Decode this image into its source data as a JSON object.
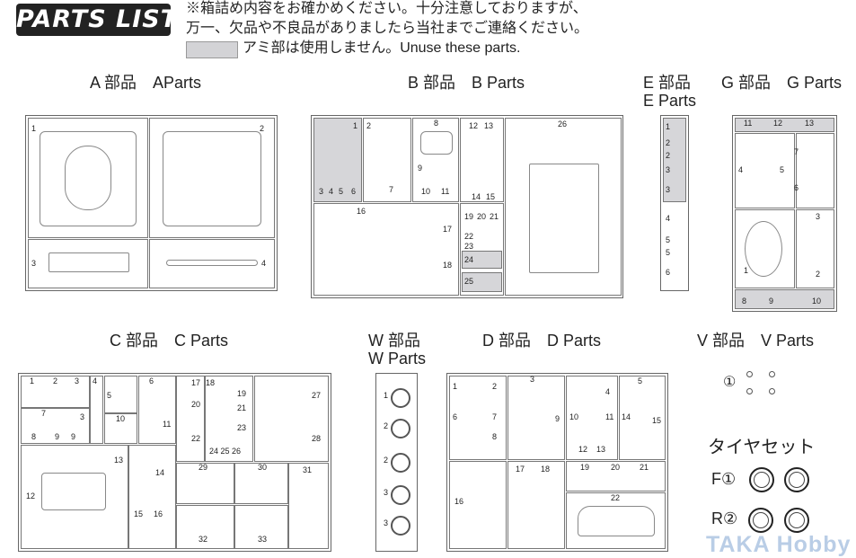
{
  "header": {
    "logo": "PARTS LIST",
    "note1": "※箱詰め内容をお確かめください。十分注意しておりますが、",
    "note2": "万一、欠品や不良品がありましたら当社までご連絡ください。",
    "unuse": "アミ部は使用しません。Unuse these parts."
  },
  "sections": {
    "a": "A 部品　AParts",
    "b": "B 部品　B  Parts",
    "e1": "E 部品",
    "e2": "E  Parts",
    "g": "G 部品　G  Parts",
    "c": "C 部品　C  Parts",
    "w1": "W 部品",
    "w2": "W Parts",
    "d": "D 部品　D  Parts",
    "v": "V 部品　V  Parts"
  },
  "a": [
    "1",
    "2",
    "3",
    "4"
  ],
  "b": [
    "1",
    "2",
    "8",
    "12",
    "13",
    "26",
    "3",
    "4",
    "5",
    "6",
    "7",
    "9",
    "10",
    "11",
    "14",
    "15",
    "16",
    "17",
    "18",
    "19",
    "20",
    "21",
    "22",
    "23",
    "24",
    "25"
  ],
  "e": [
    "1",
    "2",
    "2",
    "3",
    "3",
    "4",
    "5",
    "5",
    "6"
  ],
  "g": [
    "11",
    "12",
    "13",
    "4",
    "5",
    "7",
    "6",
    "3",
    "1",
    "2",
    "8",
    "9",
    "10"
  ],
  "c": [
    "1",
    "2",
    "3",
    "4",
    "5",
    "6",
    "7",
    "3",
    "8",
    "9",
    "9",
    "10",
    "11",
    "17",
    "18",
    "19",
    "20",
    "21",
    "22",
    "23",
    "24 25 26",
    "27",
    "28",
    "12",
    "13",
    "14",
    "15",
    "16",
    "29",
    "30",
    "31",
    "32",
    "33"
  ],
  "w": [
    "1",
    "2",
    "2",
    "3",
    "3"
  ],
  "d": [
    "1",
    "2",
    "3",
    "4",
    "5",
    "6",
    "7",
    "8",
    "9",
    "10",
    "11",
    "12",
    "13",
    "14",
    "15",
    "16",
    "17",
    "18",
    "19",
    "20",
    "21",
    "22"
  ],
  "v": [
    "①"
  ],
  "tires": {
    "title": "タイヤセット",
    "front": "F①",
    "rear": "R②"
  },
  "watermark": "TAKA Hobby"
}
